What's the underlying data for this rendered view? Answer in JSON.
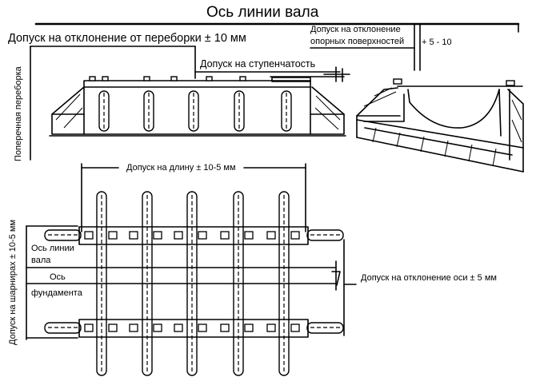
{
  "title": "Ось линии вала",
  "labels": {
    "bulkhead_tolerance": "Допуск на отклонение от переборки ± 10 мм",
    "step_tolerance": "Допуск на ступенчатость",
    "support_tolerance_line1": "Допуск на отклонение",
    "support_tolerance_line2": "опорных поверхностей",
    "support_tolerance_value": "+ 5 - 10",
    "transverse_bulkhead": "Поперечная переборка",
    "length_tolerance": "Допуск на длину ± 10-5 мм",
    "hinge_tolerance": "Допуск на шарнирах ± 10-5 мм",
    "shaft_axis_line1": "Ось линии",
    "shaft_axis_line2": "вала",
    "foundation_axis_line1": "Ось",
    "foundation_axis_line2": "фундамента",
    "axis_deviation_tolerance": "Допуск на отклонение оси ± 5 мм"
  }
}
